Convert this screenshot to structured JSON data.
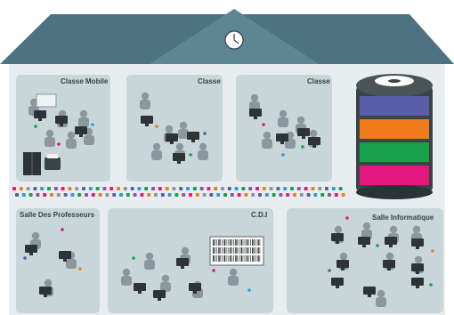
{
  "rooms": {
    "classe_mobile": "Classe Mobile",
    "classe_1": "Classe",
    "classe_2": "Classe",
    "salle_profs": "Salle Des Professeurs",
    "cdi": "C.D.I",
    "salle_info": "Salle Informatique"
  },
  "server": {
    "disk_colors": [
      "#5a5ea8",
      "#f07c1c",
      "#16a14a",
      "#e2187f"
    ]
  },
  "colors": {
    "roof": "#4d7382",
    "roof_dark": "#3f6170",
    "building": "#e8eef0",
    "room": "#c8d6da",
    "person": "#8a979c",
    "computer": "#2e3336"
  },
  "icons": [
    "clock-icon",
    "database-server-icon",
    "person-icon",
    "computer-icon",
    "printer-icon",
    "bookshelf-icon",
    "barcode-icon"
  ]
}
